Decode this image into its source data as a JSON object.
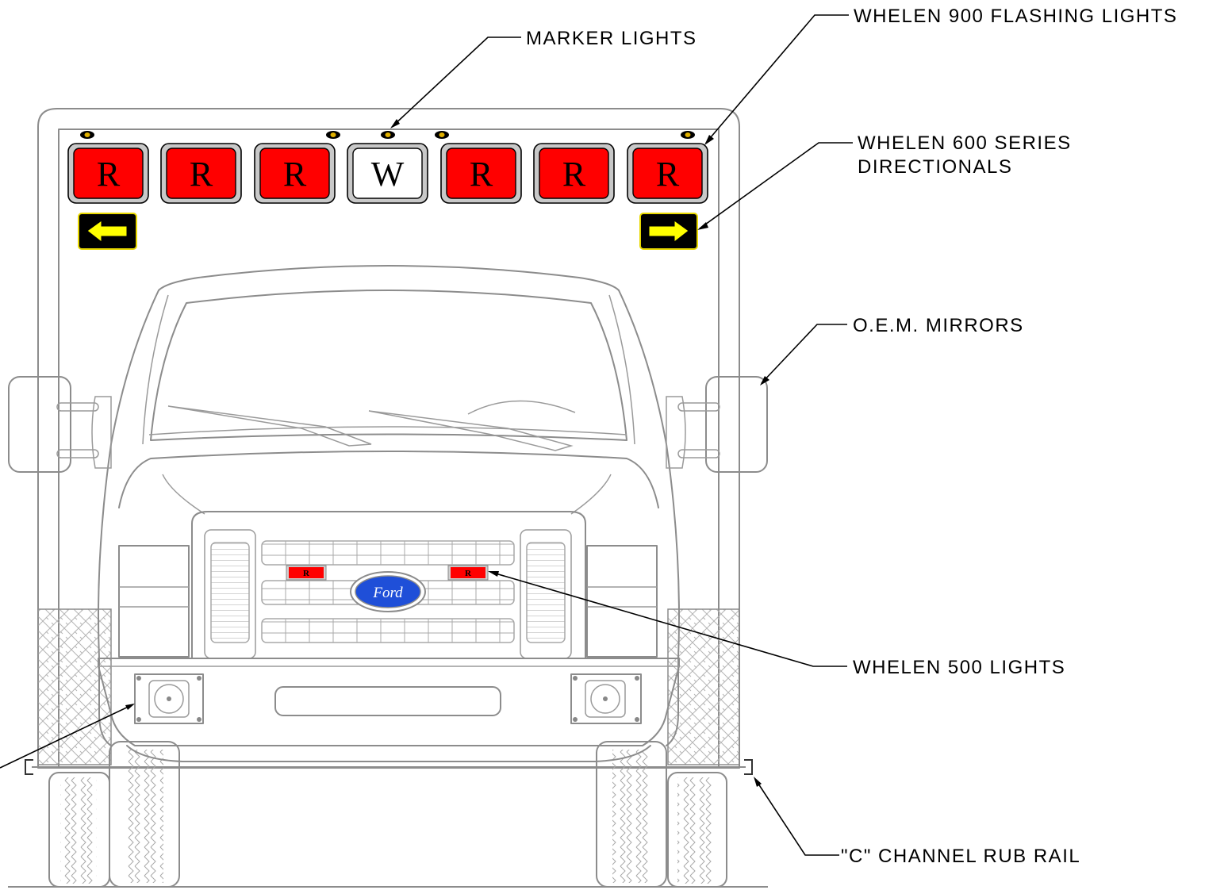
{
  "callouts": {
    "marker_lights": "MARKER  LIGHTS",
    "whelen_900": "WHELEN  900  FLASHING  LIGHTS",
    "whelen_600_line1": "WHELEN  600  SERIES",
    "whelen_600_line2": "DIRECTIONALS",
    "oem_mirrors": "O.E.M.  MIRRORS",
    "whelen_500": "WHELEN  500  LIGHTS",
    "rub_rail": "\"C\"  CHANNEL  RUB  RAIL"
  },
  "light_bar": {
    "lenses": [
      {
        "letter": "R",
        "color": "#ff0000"
      },
      {
        "letter": "R",
        "color": "#ff0000"
      },
      {
        "letter": "R",
        "color": "#ff0000"
      },
      {
        "letter": "W",
        "color": "#ffffff"
      },
      {
        "letter": "R",
        "color": "#ff0000"
      },
      {
        "letter": "R",
        "color": "#ff0000"
      },
      {
        "letter": "R",
        "color": "#ff0000"
      }
    ]
  },
  "grille_lights": {
    "left_letter": "R",
    "right_letter": "R",
    "color": "#ff0000"
  },
  "logo": {
    "text": "Ford",
    "color": "#1f4fd8"
  },
  "directional": {
    "arrow_color": "#ffff00",
    "housing_color": "#000000"
  },
  "marker_light_color": "#e0b000"
}
